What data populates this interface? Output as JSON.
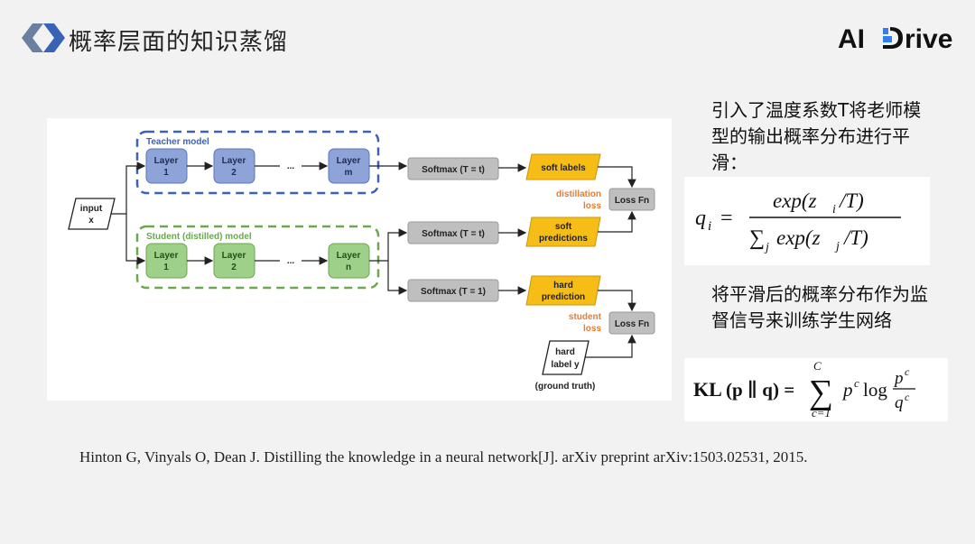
{
  "title": "概率层面的知识蒸馏",
  "brand": {
    "text_left": "AI ",
    "text_right": "rive",
    "accent": "#2f80ed"
  },
  "colors": {
    "teacher_fill": "#8ea3d8",
    "student_fill": "#9ed08a",
    "teacher_dash": "#3a63b8",
    "student_dash": "#6aa84f",
    "label_fill": "#f6bd16",
    "label_text": "#e97b2e",
    "gray_box": "#bfbfbf"
  },
  "diagram": {
    "input": {
      "line1": "input",
      "line2": "x"
    },
    "teacher_group": "Teacher model",
    "student_group": "Student (distilled) model",
    "teacher_layers": [
      {
        "line1": "Layer",
        "line2": "1"
      },
      {
        "line1": "Layer",
        "line2": "2"
      },
      {
        "line1": "Layer",
        "line2": "m"
      }
    ],
    "student_layers": [
      {
        "line1": "Layer",
        "line2": "1"
      },
      {
        "line1": "Layer",
        "line2": "2"
      },
      {
        "line1": "Layer",
        "line2": "n"
      }
    ],
    "ellipsis": "...",
    "softmax_teacher": "Softmax (T = t)",
    "softmax_student_soft": "Softmax (T = t)",
    "softmax_student_hard": "Softmax (T = 1)",
    "soft_labels": "soft labels",
    "soft_predictions": {
      "line1": "soft",
      "line2": "predictions"
    },
    "hard_prediction": {
      "line1": "hard",
      "line2": "prediction"
    },
    "distillation_loss": {
      "line1": "distillation",
      "line2": "loss"
    },
    "student_loss": {
      "line1": "student",
      "line2": "loss"
    },
    "loss_fn_1": "Loss Fn",
    "loss_fn_2": "Loss Fn",
    "hard_label": {
      "line1": "hard",
      "line2": "label y"
    },
    "ground_truth": "(ground truth)"
  },
  "desc1": "引入了温度系数T将老师模型的输出概率分布进行平滑：",
  "desc2": "将平滑后的概率分布作为监督信号来训练学生网络",
  "formula1": {
    "lhs_var": "q",
    "lhs_sub": "i",
    "eq": "=",
    "num": "exp(z",
    "num_sub": "i",
    "num_tail": "/T)",
    "den_sum": "∑",
    "den_sub": "j",
    "den": "exp(z",
    "den_var_sub": "j",
    "den_tail": "/T)"
  },
  "formula2": {
    "kl": "KL",
    "args": "(p ∥ q) =",
    "sum": "∑",
    "sum_top": "C",
    "sum_bottom": "c=1",
    "term": "p",
    "term_sup": "c",
    "log": "log",
    "frac_num": "p",
    "frac_num_sup": "c",
    "frac_den": "q",
    "frac_den_sup": "c"
  },
  "citation": "Hinton G, Vinyals O, Dean J. Distilling the knowledge in a neural network[J]. arXiv preprint arXiv:1503.02531, 2015."
}
